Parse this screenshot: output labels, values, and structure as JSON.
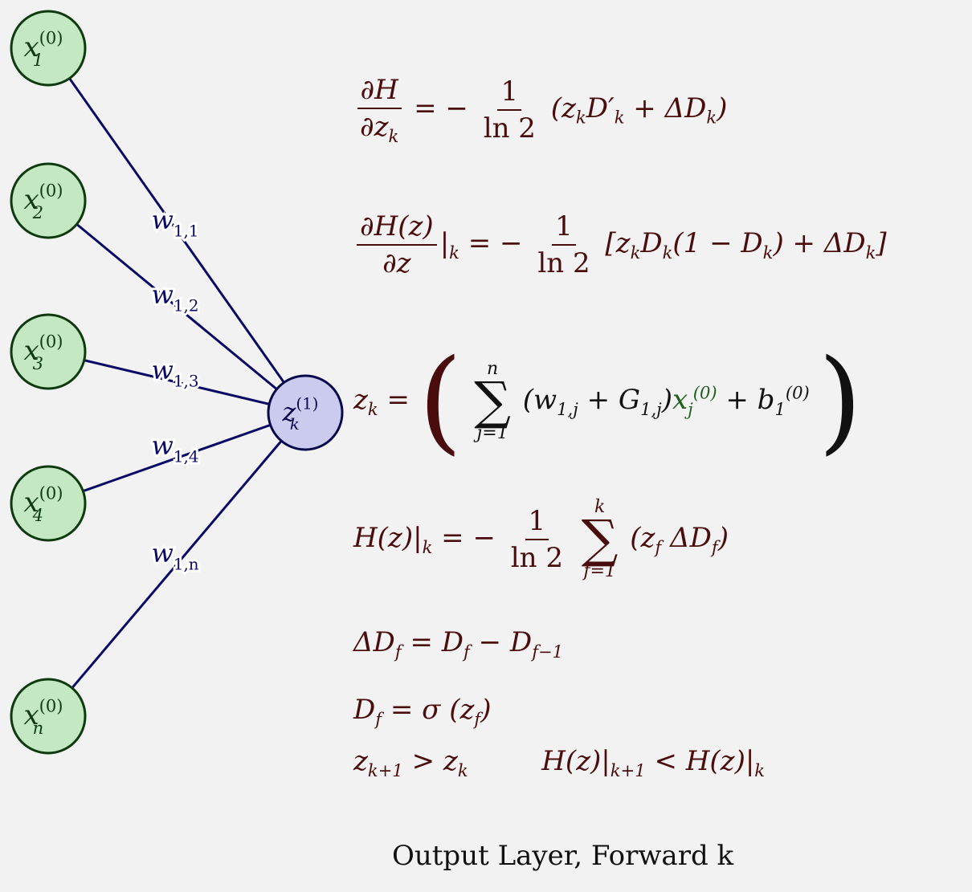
{
  "inputs": [
    {
      "base": "x",
      "sub": "1",
      "sup": "(0)"
    },
    {
      "base": "x",
      "sub": "2",
      "sup": "(0)"
    },
    {
      "base": "x",
      "sub": "3",
      "sup": "(0)"
    },
    {
      "base": "x",
      "sub": "4",
      "sup": "(0)"
    },
    {
      "base": "x",
      "sub": "n",
      "sup": "(0)"
    }
  ],
  "output": {
    "base": "z",
    "sub": "k",
    "sup": "(1)"
  },
  "weights": [
    {
      "base": "w",
      "sub": "1,1"
    },
    {
      "base": "w",
      "sub": "1,2"
    },
    {
      "base": "w",
      "sub": "1,3"
    },
    {
      "base": "w",
      "sub": "1,4"
    },
    {
      "base": "w",
      "sub": "1,n"
    }
  ],
  "colors": {
    "input_fill": "#c4e8c2",
    "input_stroke": "#0f3a0f",
    "output_fill": "#cbcbf0",
    "output_stroke": "#0a0a4a",
    "edge": "#0a0a66",
    "equation": "#4a0d0d",
    "green_term": "#1e5e1e",
    "background": "#f2f2f2"
  },
  "equations": {
    "eq1": {
      "num": "∂H",
      "den_base": "∂z",
      "den_sub": "k",
      "rhs_prefix": "= −",
      "rhs_num": "1",
      "rhs_den": "ln 2",
      "rhs_body": "(z",
      "rhs_body_sub": "k",
      "rhs_body_mid": "D′",
      "rhs_body_mid_sub": "k",
      "rhs_body_end": " + ΔD",
      "rhs_body_end_sub": "k",
      "rhs_close": ")"
    },
    "eq2": {
      "num": "∂H(z)",
      "den": "∂z",
      "bar_sub": "k",
      "rhs_prefix": "= −",
      "rhs_num": "1",
      "rhs_den": "ln 2",
      "rhs_body": "[z",
      "rhs_sub1": "k",
      "rhs_mid": "D",
      "rhs_sub2": "k",
      "rhs_mid2": "(1 − D",
      "rhs_sub3": "k",
      "rhs_mid3": ") + ΔD",
      "rhs_sub4": "k",
      "rhs_close": "]"
    },
    "eq3": {
      "lhs": "z",
      "lhs_sub": "k",
      "eq": "=",
      "sum_top": "n",
      "sum_bottom": "j=1",
      "term1": "(w",
      "term1_sub": "1,j",
      "term1_mid": " + G",
      "term1_mid_sub": "1,j",
      "term1_close": ")",
      "x": "x",
      "x_sub": "j",
      "x_sup": "(0)",
      "plus_b": " + b",
      "b_sub": "1",
      "b_sup": "(0)"
    },
    "eq4": {
      "lhs": "H(z)|",
      "lhs_sub": "k",
      "eq": "= −",
      "num": "1",
      "den": "ln 2",
      "sum_top": "k",
      "sum_bottom": "f=1",
      "body": "(z",
      "body_sub": "f",
      "body_mid": " ΔD",
      "body_mid_sub": "f",
      "body_close": ")"
    },
    "eq5": {
      "a": "ΔD",
      "a_sub": "f",
      "b": " = D",
      "b_sub": "f",
      "c": " − D",
      "c_sub": "f−1"
    },
    "eq6": {
      "a": "D",
      "a_sub": "f",
      "b": " = σ (z",
      "b_sub": "f",
      "c": ")"
    },
    "eq7": {
      "a": "z",
      "a_sub": "k+1",
      "b": " > z",
      "b_sub": "k",
      "c": "H(z)|",
      "c_sub": "k+1",
      "d": " < H(z)|",
      "d_sub": "k"
    }
  },
  "caption": "Output Layer, Forward k"
}
